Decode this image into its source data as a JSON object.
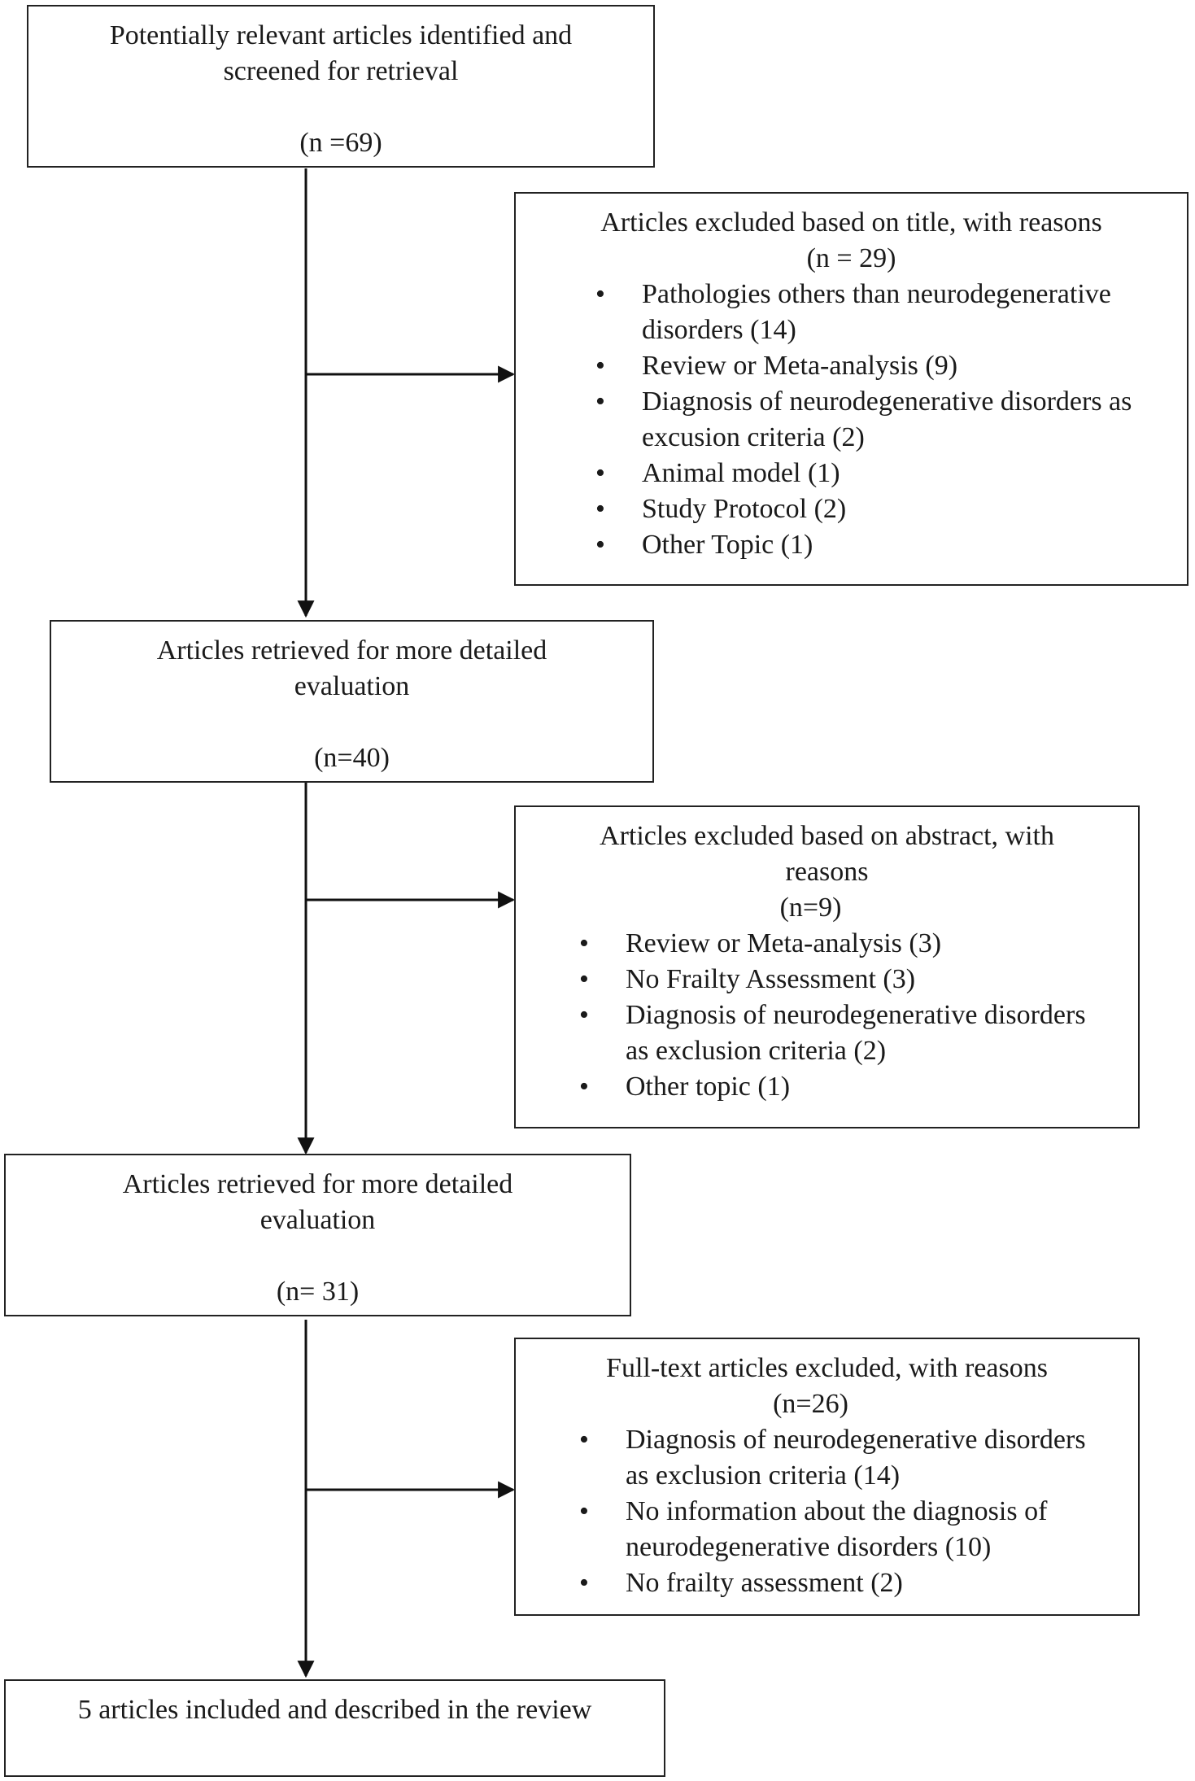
{
  "boxes": {
    "identified": {
      "title": "Potentially relevant articles identified and screened for retrieval",
      "count": "(n =69)"
    },
    "excluded_title": {
      "title": "Articles excluded based on title, with reasons",
      "count": "(n = 29)",
      "reasons": [
        "Pathologies others than neurodegenerative disorders (14)",
        "Review or Meta-analysis (9)",
        "Diagnosis of neurodegenerative disorders as excusion criteria (2)",
        "Animal model (1)",
        "Study Protocol (2)",
        "Other Topic (1)"
      ]
    },
    "retrieved_1": {
      "title": "Articles retrieved for more detailed evaluation",
      "count": "(n=40)"
    },
    "excluded_abstract": {
      "title": "Articles excluded based on abstract, with reasons",
      "count": "(n=9)",
      "reasons": [
        "Review or Meta-analysis (3)",
        "No Frailty Assessment (3)",
        "Diagnosis of neurodegenerative disorders as exclusion criteria (2)",
        "Other topic (1)"
      ]
    },
    "retrieved_2": {
      "title": "Articles retrieved for more detailed evaluation",
      "count": "(n= 31)"
    },
    "excluded_fulltext": {
      "title": "Full-text articles excluded, with reasons",
      "count": "(n=26)",
      "reasons": [
        "Diagnosis of neurodegenerative disorders as exclusion criteria (14)",
        "No information about the diagnosis of neurodegenerative disorders (10)",
        "No frailty assessment (2)"
      ]
    },
    "included": {
      "title": "5 articles included and described in the review"
    }
  }
}
